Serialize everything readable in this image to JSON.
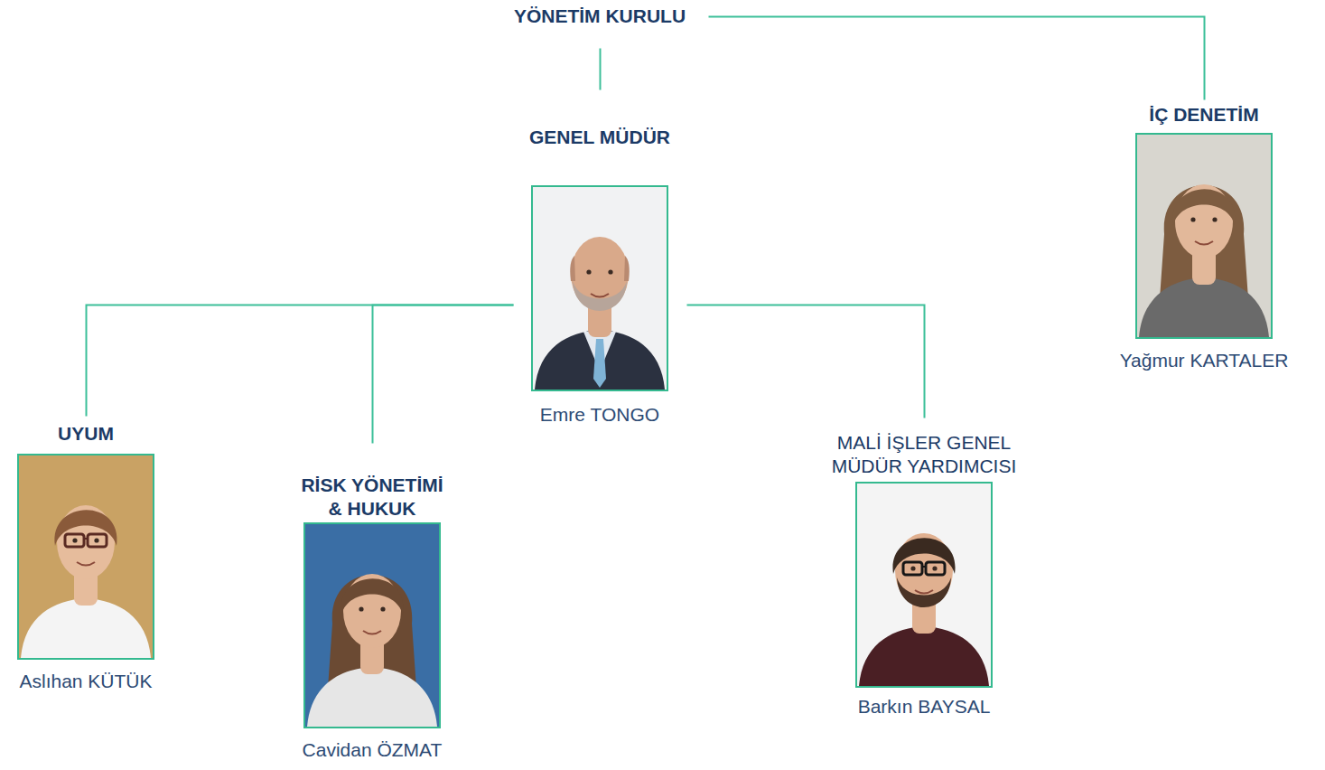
{
  "diagram": {
    "nodes": [
      {
        "text": [
          "YÖNETİM KURULU"
        ]
      },
      {
        "text": [
          "GENEL MÜDÜR",
          "Emre TONGO"
        ]
      },
      {
        "text": [
          "İÇ DENETİM",
          "Yağmur KARTALER"
        ]
      },
      {
        "text": [
          "UYUM",
          "Aslıhan KÜTÜK"
        ]
      },
      {
        "text": [
          "RİSK YÖNETİMİ & HUKUK",
          "Cavidan ÖZMAT"
        ]
      },
      {
        "text": [
          "MALİ İŞLER GENEL MÜDÜR YARDIMCISI",
          "Barkın BAYSAL"
        ]
      }
    ],
    "edges": [
      {
        "from": 0,
        "to": 1,
        "arrow": "none"
      },
      {
        "from": 0,
        "to": 2,
        "arrow": "none"
      },
      {
        "from": 1,
        "to": 3,
        "arrow": "none"
      },
      {
        "from": 1,
        "to": 4,
        "arrow": "none"
      },
      {
        "from": 1,
        "to": 5,
        "arrow": "none"
      }
    ]
  }
}
